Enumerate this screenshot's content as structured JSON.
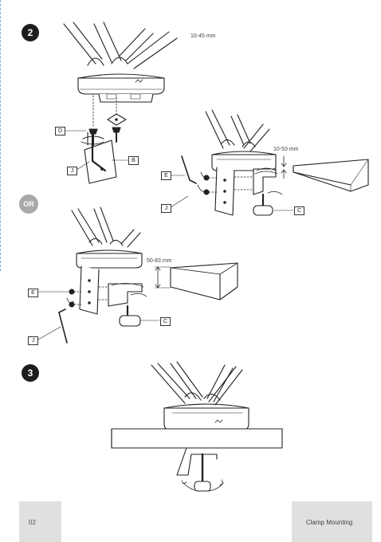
{
  "steps": {
    "step2": "2",
    "or": "OR",
    "step3": "3"
  },
  "dimensions": {
    "pole_gap": "10-45 mm",
    "desk_thin": "10-53 mm",
    "desk_thick": "50-83 mm"
  },
  "callouts": {
    "d": "D",
    "b": "B",
    "j": "J",
    "e": "E",
    "c": "C"
  },
  "footer": {
    "page_number": "02",
    "section_title": "Clamp Mounting"
  },
  "colors": {
    "badge_dark": "#1d1d1d",
    "badge_or": "#a9a9a9",
    "footer_bg": "#e0e0e0",
    "dashed_edge": "#6fb4e0"
  }
}
